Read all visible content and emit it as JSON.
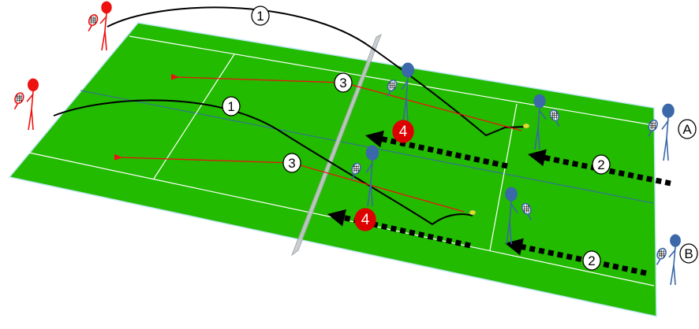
{
  "diagram": {
    "colors": {
      "court": "#22bb00",
      "lines": "#ffffff",
      "net": "#b8bcc0",
      "opponent": "#ee1111",
      "player": "#3a68a8",
      "shot_path": "#000000",
      "return_path": "#ee1111",
      "badge_red": "#dd0000"
    },
    "labels": {
      "shot_top": "1",
      "shot_bottom": "1",
      "move_top": "2",
      "move_bottom": "2",
      "return_top": "3",
      "return_bottom": "3",
      "advance_top": "4",
      "advance_bottom": "4",
      "player_a": "A",
      "player_b": "B"
    }
  }
}
